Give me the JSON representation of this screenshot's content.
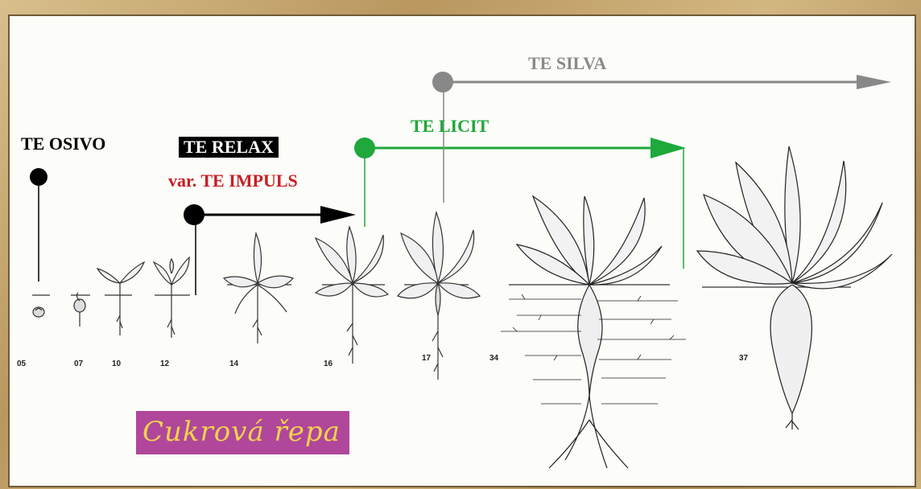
{
  "labels": {
    "te_osivo": "TE OSIVO",
    "te_relax": "TE RELAX",
    "te_impuls": "var. TE IMPULS",
    "te_licit": "TE LICIT",
    "te_silva": "TE SILVA",
    "cukrova_repa": "Cukrová řepa"
  },
  "stages": [
    "05",
    "07",
    "10",
    "12",
    "14",
    "16",
    "17",
    "34",
    "37"
  ],
  "colors": {
    "osivo": "#000000",
    "impuls": "#c81f26",
    "licit": "#1fa83c",
    "silva": "#8a8a8a",
    "relax_bg": "#000000",
    "cukr_bg": "#b0479b",
    "cukr_text": "#f2d34d"
  }
}
